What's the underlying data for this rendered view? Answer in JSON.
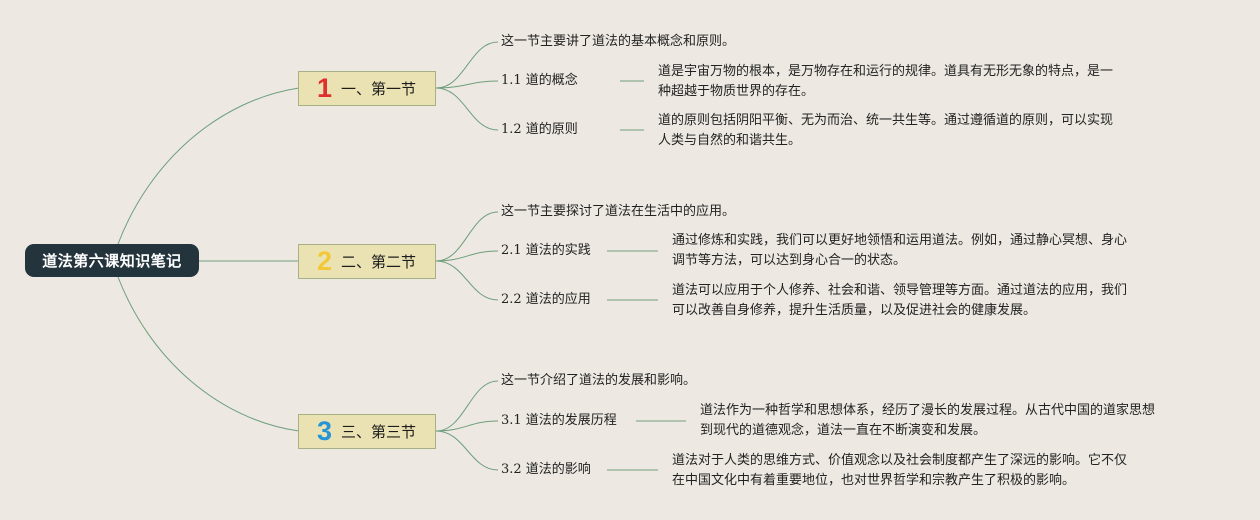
{
  "root": {
    "title": "道法第六课知识笔记"
  },
  "sections": [
    {
      "number": "1",
      "title": "一、第一节",
      "summary": "这一节主要讲了道法的基本概念和原则。",
      "items": [
        {
          "label": "1.1 道的概念",
          "desc_line1": "道是宇宙万物的根本，是万物存在和运行的规律。道具有无形无象的特点，是一",
          "desc_line2": "种超越于物质世界的存在。"
        },
        {
          "label": "1.2 道的原则",
          "desc_line1": "道的原则包括阴阳平衡、无为而治、统一共生等。通过遵循道的原则，可以实现",
          "desc_line2": "人类与自然的和谐共生。"
        }
      ]
    },
    {
      "number": "2",
      "title": "二、第二节",
      "summary": "这一节主要探讨了道法在生活中的应用。",
      "items": [
        {
          "label": "2.1 道法的实践",
          "desc_line1": "通过修炼和实践，我们可以更好地领悟和运用道法。例如，通过静心冥想、身心",
          "desc_line2": "调节等方法，可以达到身心合一的状态。"
        },
        {
          "label": "2.2 道法的应用",
          "desc_line1": "道法可以应用于个人修养、社会和谐、领导管理等方面。通过道法的应用，我们",
          "desc_line2": "可以改善自身修养，提升生活质量，以及促进社会的健康发展。"
        }
      ]
    },
    {
      "number": "3",
      "title": "三、第三节",
      "summary": "这一节介绍了道法的发展和影响。",
      "items": [
        {
          "label": "3.1 道法的发展历程",
          "desc_line1": "道法作为一种哲学和思想体系，经历了漫长的发展过程。从古代中国的道家思想",
          "desc_line2": "到现代的道德观念，道法一直在不断演变和发展。"
        },
        {
          "label": "3.2 道法的影响",
          "desc_line1": "道法对于人类的思维方式、价值观念以及社会制度都产生了深远的影响。它不仅",
          "desc_line2": "在中国文化中有着重要地位，也对世界哲学和宗教产生了积极的影响。"
        }
      ]
    }
  ],
  "colors": {
    "background": "#ede9e2",
    "root_fill": "#24343d",
    "section_fill": "#ebe2b3",
    "section_border": "#a8b184",
    "connector": "#6e9e7c",
    "number_1": "#e0302e",
    "number_2": "#f3c838",
    "number_3": "#2694d5"
  }
}
